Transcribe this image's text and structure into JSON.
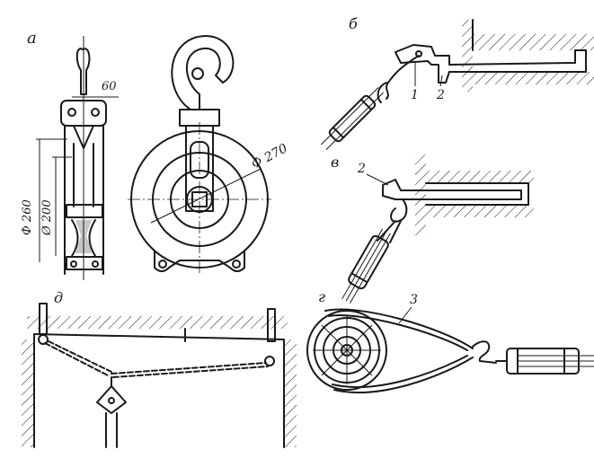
{
  "labels": {
    "panel_a": "а",
    "panel_b": "б",
    "panel_v": "в",
    "panel_g": "г",
    "panel_d": "д"
  },
  "dimensions": {
    "width_60": "60",
    "diameter_270": "Ф 270",
    "diameter_260": "Ф 260",
    "diameter_200": "Ø 200"
  },
  "callouts": {
    "one": "1",
    "two_b": "2",
    "two_v": "2",
    "three": "3"
  }
}
